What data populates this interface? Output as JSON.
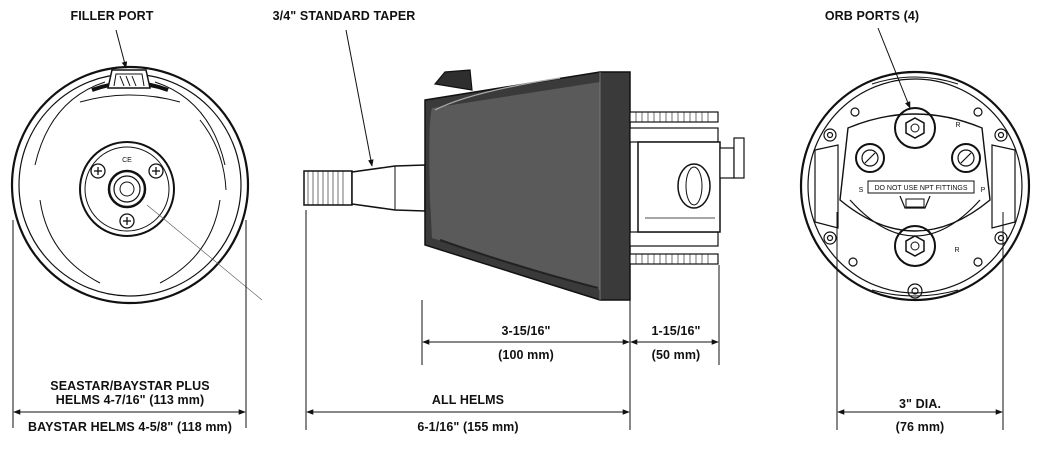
{
  "labels": {
    "filler_port": "FILLER PORT",
    "standard_taper": "3/4\" STANDARD TAPER",
    "orb_ports": "ORB PORTS (4)",
    "dim_body": "3-15/16\"",
    "dim_body_mm": "(100 mm)",
    "dim_rear": "1-15/16\"",
    "dim_rear_mm": "(50 mm)",
    "seastar_line1": "SEASTAR/BAYSTAR PLUS",
    "seastar_line2": "HELMS 4-7/16\" (113 mm)",
    "baystar_line": "BAYSTAR HELMS 4-5/8\" (118 mm)",
    "all_helms": "ALL HELMS",
    "all_helms_dim": "6-1/16\" (155 mm)",
    "dia": "3\" DIA.",
    "dia_mm": "(76 mm)"
  },
  "back_view": {
    "warning": "DO NOT USE NPT FITTINGS",
    "port_s": "S",
    "port_p": "P",
    "port_r_top": "R",
    "port_r_bottom": "R"
  },
  "front_view": {
    "ce_mark": "CE"
  }
}
